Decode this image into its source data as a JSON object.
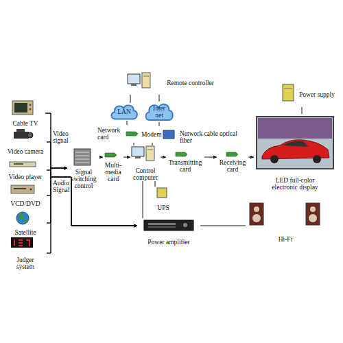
{
  "diagram": {
    "nodes": [
      {
        "text": [
          "Cable TV"
        ]
      },
      {
        "text": [
          "Video camera"
        ]
      },
      {
        "text": [
          "Video player"
        ]
      },
      {
        "text": [
          "VCD/DVD"
        ]
      },
      {
        "text": [
          "Satellite"
        ]
      },
      {
        "text": [
          "Judger system"
        ]
      },
      {
        "text": [
          "Signal switching control"
        ]
      },
      {
        "text": [
          "Multi-media card"
        ]
      },
      {
        "text": [
          "Network card"
        ]
      },
      {
        "text": [
          "LAN"
        ]
      },
      {
        "text": [
          "Inter net"
        ]
      },
      {
        "text": [
          "Remote controller"
        ]
      },
      {
        "text": [
          "Modem"
        ]
      },
      {
        "text": [
          "Control computer"
        ]
      },
      {
        "text": [
          "UPS"
        ]
      },
      {
        "text": [
          "Transmitting card"
        ]
      },
      {
        "text": [
          "Receiving card"
        ]
      },
      {
        "text": [
          "LED full-color electronic display"
        ]
      },
      {
        "text": [
          "Power supply"
        ]
      },
      {
        "text": [
          "Power amplifier"
        ]
      },
      {
        "text": [
          "Hi-Fi"
        ]
      }
    ],
    "edges": [
      {
        "from": 0,
        "to": 6,
        "arrow": "to"
      },
      {
        "from": 1,
        "to": 6,
        "arrow": "to"
      },
      {
        "from": 2,
        "to": 6,
        "arrow": "to"
      },
      {
        "from": 3,
        "to": 6,
        "arrow": "to"
      },
      {
        "from": 4,
        "to": 6,
        "arrow": "to"
      },
      {
        "from": 5,
        "to": 6,
        "arrow": "to"
      },
      {
        "from": 0,
        "to": 19,
        "arrow": "to"
      },
      {
        "from": 1,
        "to": 19,
        "arrow": "to"
      },
      {
        "from": 2,
        "to": 19,
        "arrow": "to"
      },
      {
        "from": 3,
        "to": 19,
        "arrow": "to"
      },
      {
        "from": 4,
        "to": 19,
        "arrow": "to"
      },
      {
        "from": 5,
        "to": 19,
        "arrow": "to"
      },
      {
        "from": 6,
        "to": 7,
        "arrow": "to"
      },
      {
        "from": 7,
        "to": 13,
        "arrow": "to"
      },
      {
        "from": 9,
        "to": 8,
        "arrow": "none"
      },
      {
        "from": 8,
        "to": 13,
        "arrow": "none"
      },
      {
        "from": 11,
        "to": 9,
        "arrow": "none"
      },
      {
        "from": 11,
        "to": 10,
        "arrow": "none"
      },
      {
        "from": 10,
        "to": 12,
        "arrow": "none"
      },
      {
        "from": 12,
        "to": 13,
        "arrow": "none"
      },
      {
        "from": 13,
        "to": 15,
        "arrow": "to"
      },
      {
        "from": 15,
        "to": 16,
        "label": "Network cable optical fiber",
        "arrow": "to"
      },
      {
        "from": 16,
        "to": 17,
        "arrow": "to"
      },
      {
        "from": 18,
        "to": 17,
        "arrow": "none"
      },
      {
        "from": 13,
        "to": 14,
        "arrow": "none"
      },
      {
        "from": 13,
        "to": 19,
        "arrow": "none"
      },
      {
        "from": 19,
        "to": 20,
        "arrow": "none"
      }
    ],
    "labels": [
      "Video signal",
      "Audio Signal"
    ]
  }
}
